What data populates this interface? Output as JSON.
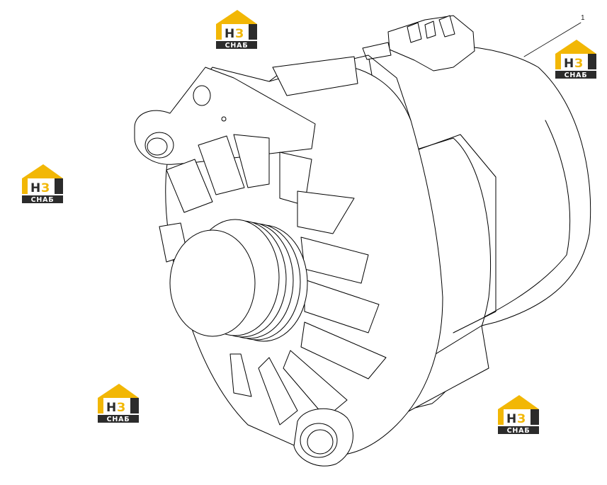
{
  "diagram": {
    "callouts": [
      {
        "label": "1"
      }
    ]
  },
  "watermark": {
    "letters_h": "Н",
    "letters_z": "З",
    "word": "СНАБ",
    "colors": {
      "yellow": "#f2b705",
      "dark": "#2b2b2b",
      "white": "#ffffff"
    }
  },
  "icons": {
    "logo": "house-logo-icon"
  },
  "line_color": "#000000"
}
